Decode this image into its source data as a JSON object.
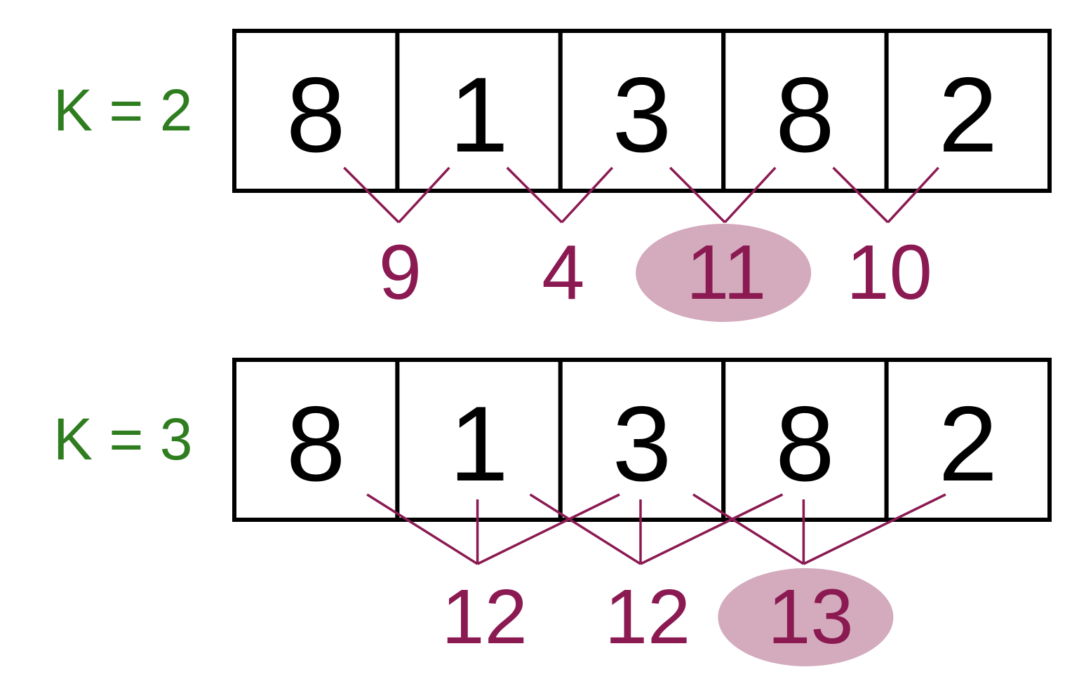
{
  "colors": {
    "label": "#2e7d1f",
    "accent": "#8b1a52",
    "highlight": "#d4aabd",
    "cell_border": "#000000",
    "cell_text": "#000000"
  },
  "rows": [
    {
      "k_label": "K = 2",
      "k": 2,
      "cells": [
        "8",
        "1",
        "3",
        "8",
        "2"
      ],
      "sums": [
        "9",
        "4",
        "11",
        "10"
      ],
      "highlight_index": 2
    },
    {
      "k_label": "K = 3",
      "k": 3,
      "cells": [
        "8",
        "1",
        "3",
        "8",
        "2"
      ],
      "sums": [
        "12",
        "12",
        "13"
      ],
      "highlight_index": 2
    }
  ]
}
